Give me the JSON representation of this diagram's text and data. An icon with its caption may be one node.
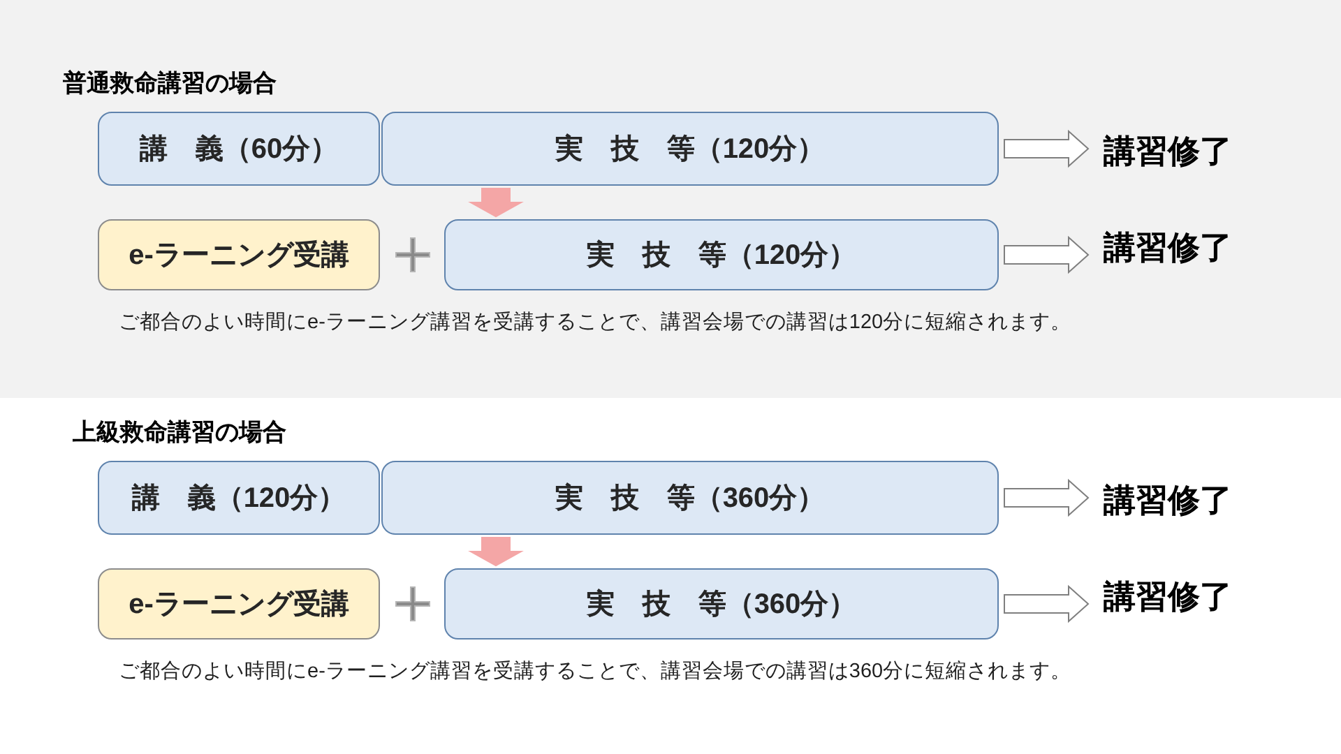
{
  "diagram": {
    "nodes": [
      {
        "text": [
          "普通救命講習の場合",
          "ご都合のよい時間にe-ラーニング講習を受講することで、講習会場での講習は120分に短縮されます。"
        ]
      },
      {
        "text": [
          "講　義（60分）"
        ],
        "in": 0
      },
      {
        "text": [
          "実　技　等（120分）"
        ],
        "in": 0
      },
      {
        "text": [
          "講習修了"
        ],
        "in": 0
      },
      {
        "text": [
          "e-ラーニング受講"
        ],
        "in": 0
      },
      {
        "text": [
          "実　技　等（120分）"
        ],
        "in": 0
      },
      {
        "text": [
          "講習修了"
        ],
        "in": 0
      },
      {
        "text": [
          "講　義（120分）"
        ]
      },
      {
        "text": [
          "実　技　等（360分）"
        ]
      },
      {
        "text": [
          "講習修了"
        ]
      },
      {
        "text": [
          "e-ラーニング受講"
        ]
      },
      {
        "text": [
          "実　技　等（360分）"
        ]
      },
      {
        "text": [
          "講習修了"
        ]
      }
    ],
    "edges": [
      {
        "from": 2,
        "to": 3,
        "arrow": "to"
      },
      {
        "from": 2,
        "to": 5,
        "arrow": "to",
        "color": "#f4a6a6"
      },
      {
        "from": 5,
        "to": 6,
        "arrow": "to"
      },
      {
        "from": 8,
        "to": 9,
        "arrow": "to"
      },
      {
        "from": 8,
        "to": 11,
        "arrow": "to",
        "color": "#f4a6a6"
      },
      {
        "from": 11,
        "to": 12,
        "arrow": "to"
      }
    ],
    "labels": [
      "上級救命講習の場合",
      "ご都合のよい時間にe-ラーニング講習を受講することで、講習会場での講習は360分に短縮されます。"
    ]
  }
}
